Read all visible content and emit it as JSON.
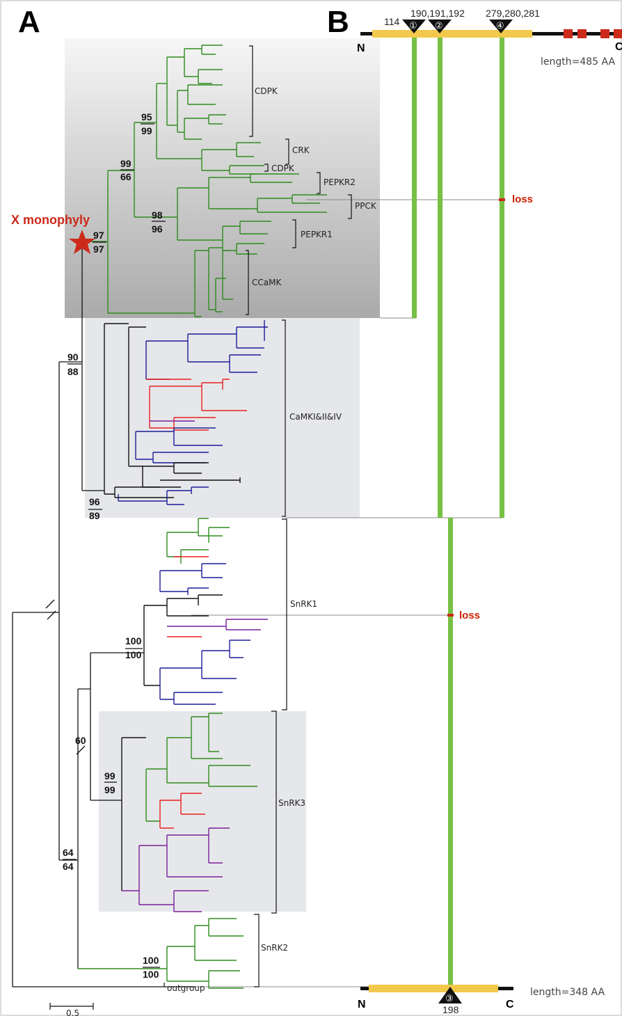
{
  "panels": {
    "a": "A",
    "b": "B"
  },
  "clades": {
    "cdpk_top": "CDPK",
    "crk": "CRK",
    "cdpk_small": "CDPK",
    "pepkr2": "PEPKR2",
    "ppck": "PPCK",
    "pepkr1": "PEPKR1",
    "ccamk": "CCaMK",
    "camk": "CaMKI&II&IV",
    "snrk1": "SnRK1",
    "snrk3": "SnRK3",
    "snrk2": "SnRK2",
    "outgroup": "outgroup"
  },
  "bootstrap": {
    "n95": "95",
    "n99a": "99",
    "n99b": "99",
    "n66": "66",
    "n98": "98",
    "n96a": "96",
    "n97a": "97",
    "n97b": "97",
    "n90": "90",
    "n88": "88",
    "n96b": "96",
    "n89": "89",
    "n100a": "100",
    "n100b": "100",
    "n60": "60",
    "n99c": "99",
    "n99d": "99",
    "n64a": "64",
    "n64b": "64",
    "n100c": "100",
    "n100d": "100"
  },
  "annotation": {
    "monophyly": "X monophyly",
    "loss1": "loss",
    "loss2": "loss"
  },
  "scale": {
    "label": "0.5"
  },
  "top_protein": {
    "n": "N",
    "c": "C",
    "length": "length=485 AA",
    "pos_114": "114",
    "pos_190": "190,191,192",
    "pos_279": "279,280,281",
    "site1": "①",
    "site2": "②",
    "site4": "④"
  },
  "bottom_protein": {
    "n": "N",
    "c": "C",
    "length": "length=348 AA",
    "pos_198": "198",
    "site3": "③"
  },
  "colors": {
    "plant": "#2e8b1e",
    "animal": "#1c1c9a",
    "red": "#e82020",
    "purple": "#7a1f9a",
    "black": "#111111",
    "domain": "#f2c94c",
    "band": "#77c043",
    "marker": "#cc2a1a"
  }
}
